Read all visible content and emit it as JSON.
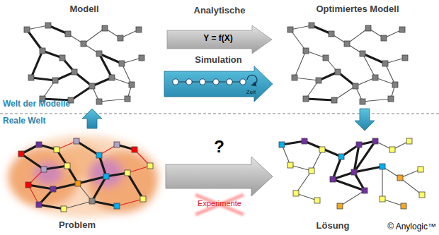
{
  "diagram": {
    "nodes": [
      {
        "text": [
          "Modell"
        ]
      },
      {
        "text": [
          "Optimiertes Modell"
        ]
      },
      {
        "text": [
          "Problem"
        ]
      },
      {
        "text": [
          "Lösung"
        ]
      },
      {
        "text": [
          "Analytische",
          "Y = f(X)"
        ]
      },
      {
        "text": [
          "Simulation",
          "Zeit"
        ]
      }
    ],
    "edges": [
      {
        "from": 2,
        "to": 0,
        "arrow": "to"
      },
      {
        "from": 1,
        "to": 3,
        "arrow": "to"
      },
      {
        "from": 2,
        "to": 3,
        "label": "?",
        "arrow": "to"
      }
    ],
    "labels": [
      "Welt der Modelle",
      "Reale Welt",
      "Experimente",
      "© Anylogic™"
    ]
  }
}
